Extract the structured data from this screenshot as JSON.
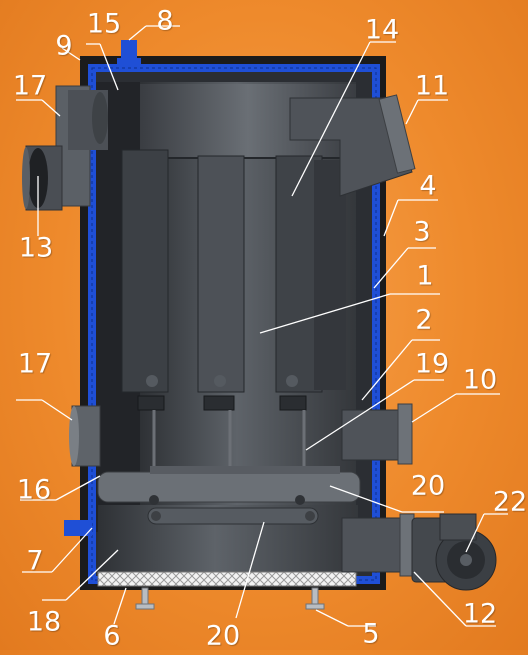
{
  "diagram": {
    "callouts": [
      {
        "id": "c1",
        "label": "1"
      },
      {
        "id": "c2",
        "label": "2"
      },
      {
        "id": "c3",
        "label": "3"
      },
      {
        "id": "c4",
        "label": "4"
      },
      {
        "id": "c5",
        "label": "5"
      },
      {
        "id": "c6",
        "label": "6"
      },
      {
        "id": "c7",
        "label": "7"
      },
      {
        "id": "c8",
        "label": "8"
      },
      {
        "id": "c9",
        "label": "9"
      },
      {
        "id": "c10",
        "label": "10"
      },
      {
        "id": "c11",
        "label": "11"
      },
      {
        "id": "c12",
        "label": "12"
      },
      {
        "id": "c13",
        "label": "13"
      },
      {
        "id": "c14",
        "label": "14"
      },
      {
        "id": "c15",
        "label": "15"
      },
      {
        "id": "c16",
        "label": "16"
      },
      {
        "id": "c17a",
        "label": "17"
      },
      {
        "id": "c17b",
        "label": "17"
      },
      {
        "id": "c18",
        "label": "18"
      },
      {
        "id": "c19",
        "label": "19"
      },
      {
        "id": "c20a",
        "label": "20"
      },
      {
        "id": "c20b",
        "label": "20"
      },
      {
        "id": "c22",
        "label": "22"
      }
    ],
    "colors": {
      "background": "#ee8a2c",
      "outer_casing": "#1b1b1b",
      "insulation": "#1f4fd6",
      "steel_body": "#45494e",
      "steel_light": "#5b6066",
      "leader_lines": "#ffffff"
    }
  }
}
